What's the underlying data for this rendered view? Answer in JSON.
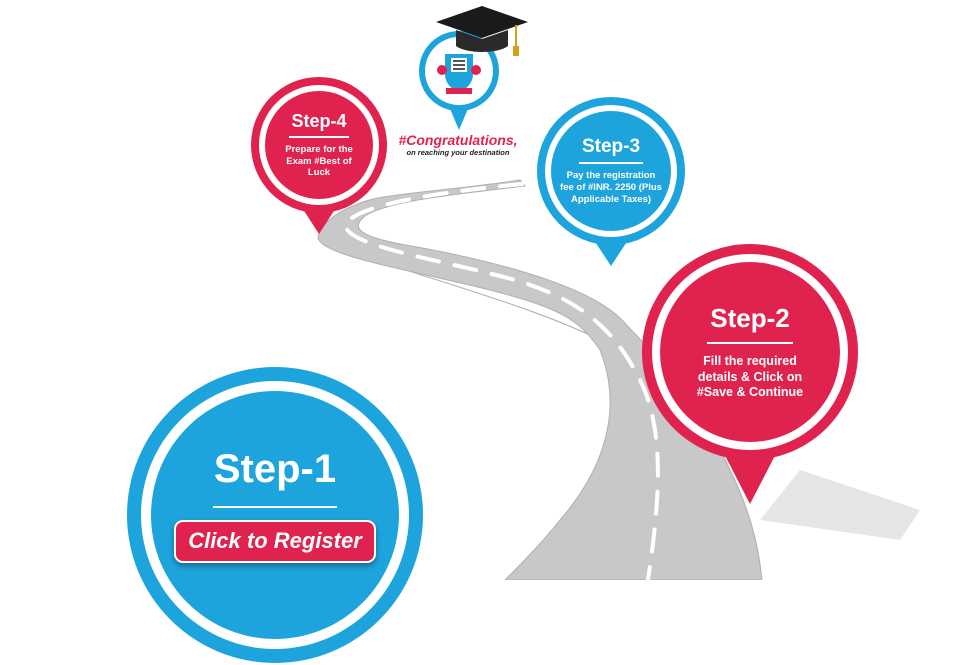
{
  "colors": {
    "red": "#e0234e",
    "blue": "#1ea4dc",
    "road": "#c8c8c8",
    "road_edge": "#a9a9a9",
    "lane": "#ffffff"
  },
  "destination": {
    "icon": "graduation-cap-icon",
    "emblem": "institute-emblem",
    "congrats_title": "#Congratulations,",
    "congrats_subtitle": "on reaching your destination"
  },
  "steps": [
    {
      "title": "Step-1",
      "button_label": "Click to Register",
      "color": "blue"
    },
    {
      "title": "Step-2",
      "description": "Fill the required details & Click on #Save & Continue",
      "color": "red"
    },
    {
      "title": "Step-3",
      "description": "Pay the registration fee of #INR. 2250 (Plus Applicable Taxes)",
      "color": "blue"
    },
    {
      "title": "Step-4",
      "description": "Prepare for the Exam #Best of Luck",
      "color": "red"
    }
  ]
}
